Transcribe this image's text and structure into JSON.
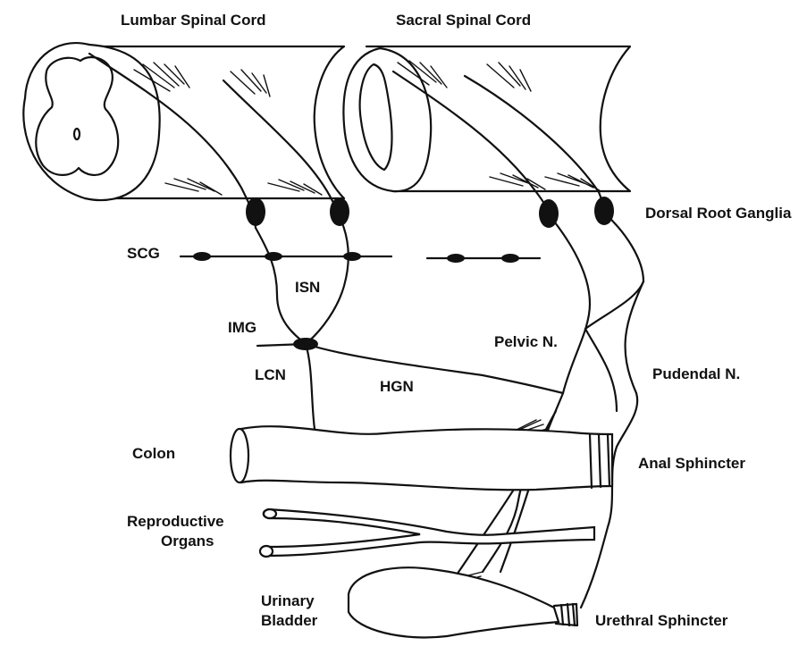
{
  "labels": {
    "lumbar_cord": "Lumbar Spinal Cord",
    "sacral_cord": "Sacral Spinal Cord",
    "drg": "Dorsal Root Ganglia",
    "scg": "SCG",
    "isn": "ISN",
    "img": "IMG",
    "lcn": "LCN",
    "hgn": "HGN",
    "pelvic_n": "Pelvic N.",
    "pudendal_n": "Pudendal N.",
    "colon": "Colon",
    "anal_sphincter": "Anal Sphincter",
    "reproductive_1": "Reproductive",
    "reproductive_2": "Organs",
    "bladder_1": "Urinary",
    "bladder_2": "Bladder",
    "urethral_sphincter": "Urethral Sphincter"
  }
}
